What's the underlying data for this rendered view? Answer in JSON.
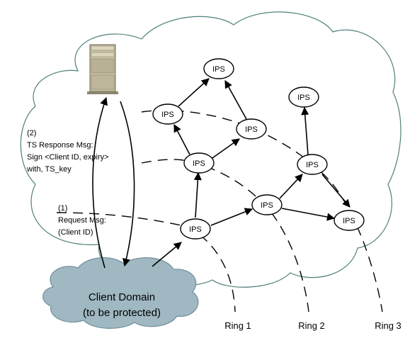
{
  "nodes": {
    "top": "IPS",
    "left": "IPS",
    "center": "IPS",
    "middle_right": "IPS",
    "center_low": "IPS",
    "bottom": "IPS",
    "far_right_top": "IPS",
    "right_mid": "IPS",
    "right_bottom": "IPS"
  },
  "client_domain": {
    "line1": "Client Domain",
    "line2": "(to be protected)"
  },
  "messages": {
    "response": {
      "line1": "(2)",
      "line2": "TS Response Msg:",
      "line3": "Sign <Client ID, expiry>",
      "line4": "with, TS_key"
    },
    "request": {
      "line1": "(1)",
      "line2": "Request Msg:",
      "line3": "(Client ID)"
    }
  },
  "rings": {
    "ring1": "Ring 1",
    "ring2": "Ring 2",
    "ring3": "Ring 3"
  },
  "colors": {
    "cloud_stroke": "#4e7f7a",
    "client_cloud_fill": "#9fb8c2",
    "client_cloud_stroke": "#6f8f9c",
    "server_fill": "#c9c2a8"
  }
}
